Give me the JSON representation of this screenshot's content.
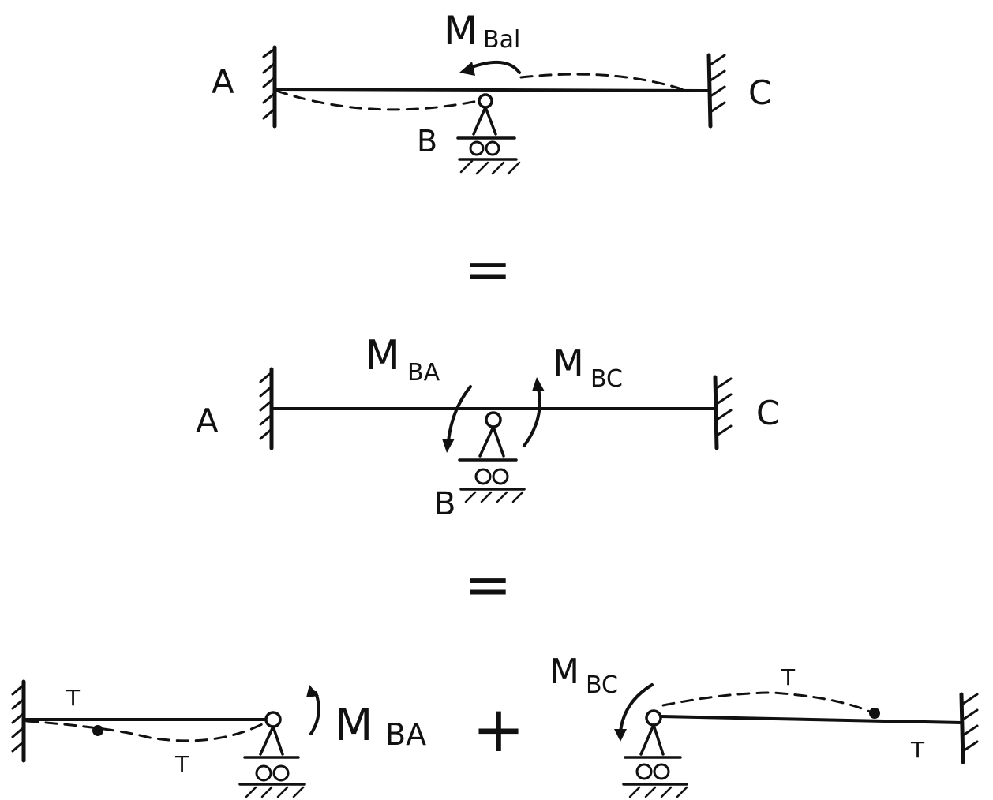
{
  "ink_color": "#111111",
  "background": "#ffffff",
  "panel1": {
    "label_a": "A",
    "label_b": "B",
    "label_c": "C",
    "moment_main": "M",
    "moment_sub": "Bal"
  },
  "eq1": "=",
  "panel2": {
    "label_a": "A",
    "label_b": "B",
    "label_c": "C",
    "m_ba_main": "M",
    "m_ba_sub": "BA",
    "m_bc_main": "M",
    "m_bc_sub": "BC"
  },
  "eq2": "=",
  "panel3": {
    "left_t_top": "T",
    "left_t_bottom": "T",
    "m_ba_main": "M",
    "m_ba_sub": "BA",
    "plus": "+",
    "m_bc_main": "M",
    "m_bc_sub": "BC",
    "right_t_top": "T",
    "right_t_bottom": "T"
  }
}
